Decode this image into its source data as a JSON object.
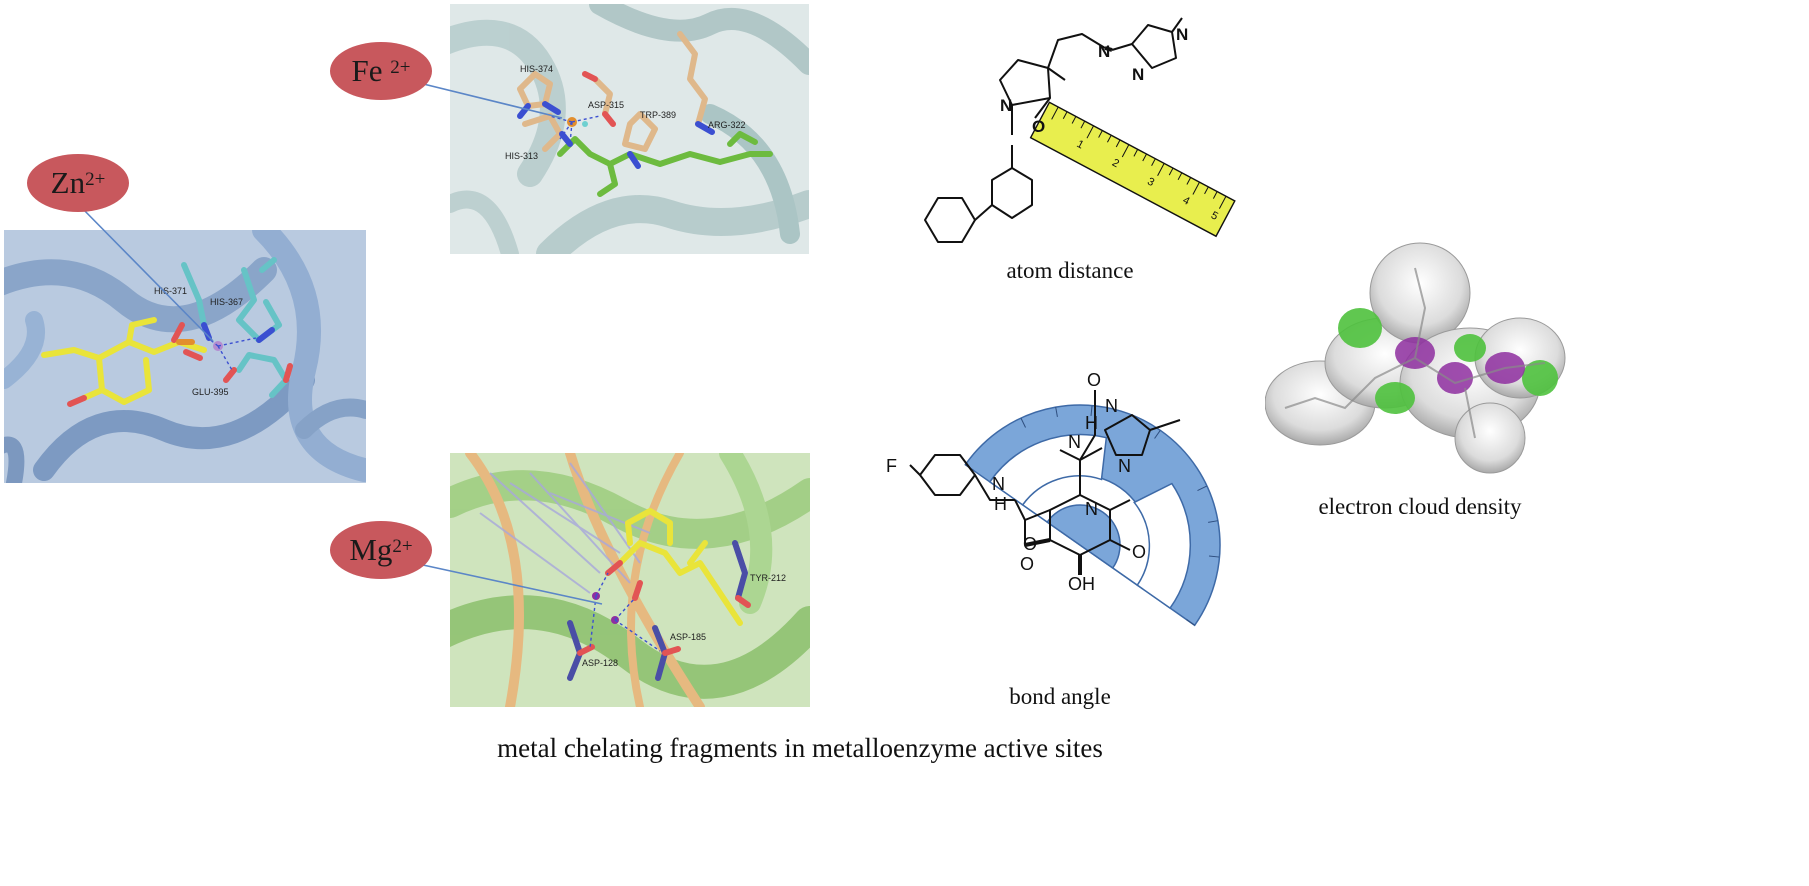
{
  "metals": {
    "zn": {
      "symbol": "Zn",
      "charge": "2+"
    },
    "fe": {
      "symbol": "Fe",
      "charge": "2+"
    },
    "mg": {
      "symbol": "Mg",
      "charge": "2+"
    }
  },
  "panels": {
    "zn_site": {
      "residues": [
        "HIS-371",
        "HIS-367",
        "GLU-395"
      ]
    },
    "fe_site": {
      "residues": [
        "HIS-374",
        "ASP-315",
        "TRP-389",
        "ARG-322",
        "HIS-313"
      ]
    },
    "mg_site": {
      "residues": [
        "TYR-212",
        "ASP-128",
        "ASP-185"
      ]
    }
  },
  "molecules": {
    "atom_distance": {
      "caption": "atom distance",
      "atoms": [
        "N",
        "N",
        "N",
        "N",
        "O"
      ],
      "ruler_ticks": [
        "1",
        "2",
        "3",
        "4",
        "5"
      ]
    },
    "bond_angle": {
      "caption": "bond angle",
      "atoms": [
        "F",
        "N",
        "H",
        "O",
        "O",
        "N",
        "N",
        "H",
        "N",
        "N",
        "O",
        "O",
        "OH"
      ]
    },
    "electron_cloud": {
      "caption": "electron cloud density"
    }
  },
  "main_caption": "metal chelating fragments in metalloenzyme active sites",
  "colors": {
    "badge": "#c8585d",
    "ruler": "#e8ee4e",
    "protractor": "#7ba6d9",
    "zn_protein": "#8aa6c8",
    "fe_protein": "#b9cfcf",
    "mg_protein": "#9ccc7e",
    "ligand": "#e9e43a",
    "cloud_green": "#4fc23e",
    "cloud_purple": "#8f2fa0"
  }
}
